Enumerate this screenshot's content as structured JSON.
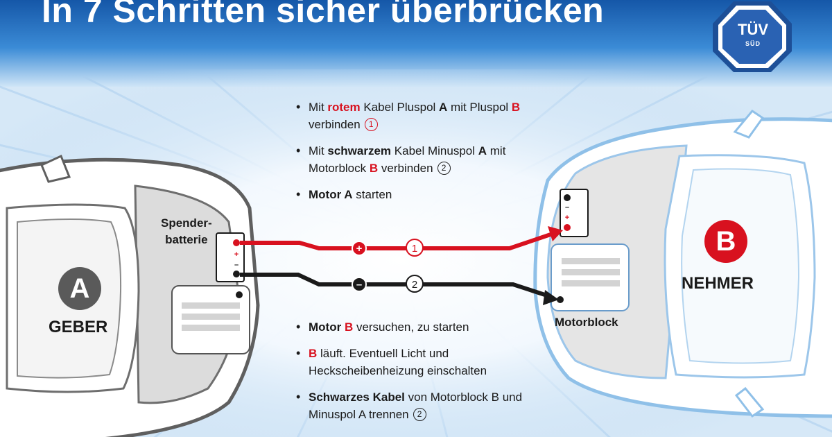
{
  "title": "In 7 Schritten sicher überbrücken",
  "logo": {
    "main": "TÜV",
    "sub": "SÜD"
  },
  "steps_top": [
    {
      "t1": "Mit ",
      "t2": "rotem",
      "t3": " Kabel Pluspol ",
      "t4": "A",
      "t5": " mit Pluspol ",
      "t6": "B",
      "t7": " verbinden",
      "num": "1"
    },
    {
      "t1": "Mit ",
      "t2": "schwarzem",
      "t3": " Kabel Minuspol ",
      "t4": "A",
      "t5": " mit Motorblock ",
      "t6": "B",
      "t7": " verbinden",
      "num": "2"
    },
    {
      "t1": "Motor A",
      "t2": " starten"
    }
  ],
  "steps_bottom": [
    {
      "t1": "Motor ",
      "t2": "B",
      "t3": " versuchen, zu starten"
    },
    {
      "t1": "B",
      "t2": " läuft. Eventuell Licht und Heckscheibenheizung einschalten"
    },
    {
      "t1": "Schwarzes Kabel",
      "t2": " von Motorblock B und Minuspol A trennen",
      "num": "2"
    }
  ],
  "labels": {
    "spender_line1": "Spender-",
    "spender_line2": "batterie",
    "car_a": "A",
    "geber": "GEBER",
    "car_b": "B",
    "nehmer": "NEHMER",
    "motorblock": "Motorblock"
  },
  "cables": {
    "red_num": "1",
    "black_num": "2",
    "plus": "+",
    "minus": "–"
  },
  "colors": {
    "red": "#d8111f",
    "black": "#1a1a1a",
    "sky": "#1c6fc0",
    "car_a": "#6e6e6e",
    "car_b": "#8fc0e8"
  }
}
